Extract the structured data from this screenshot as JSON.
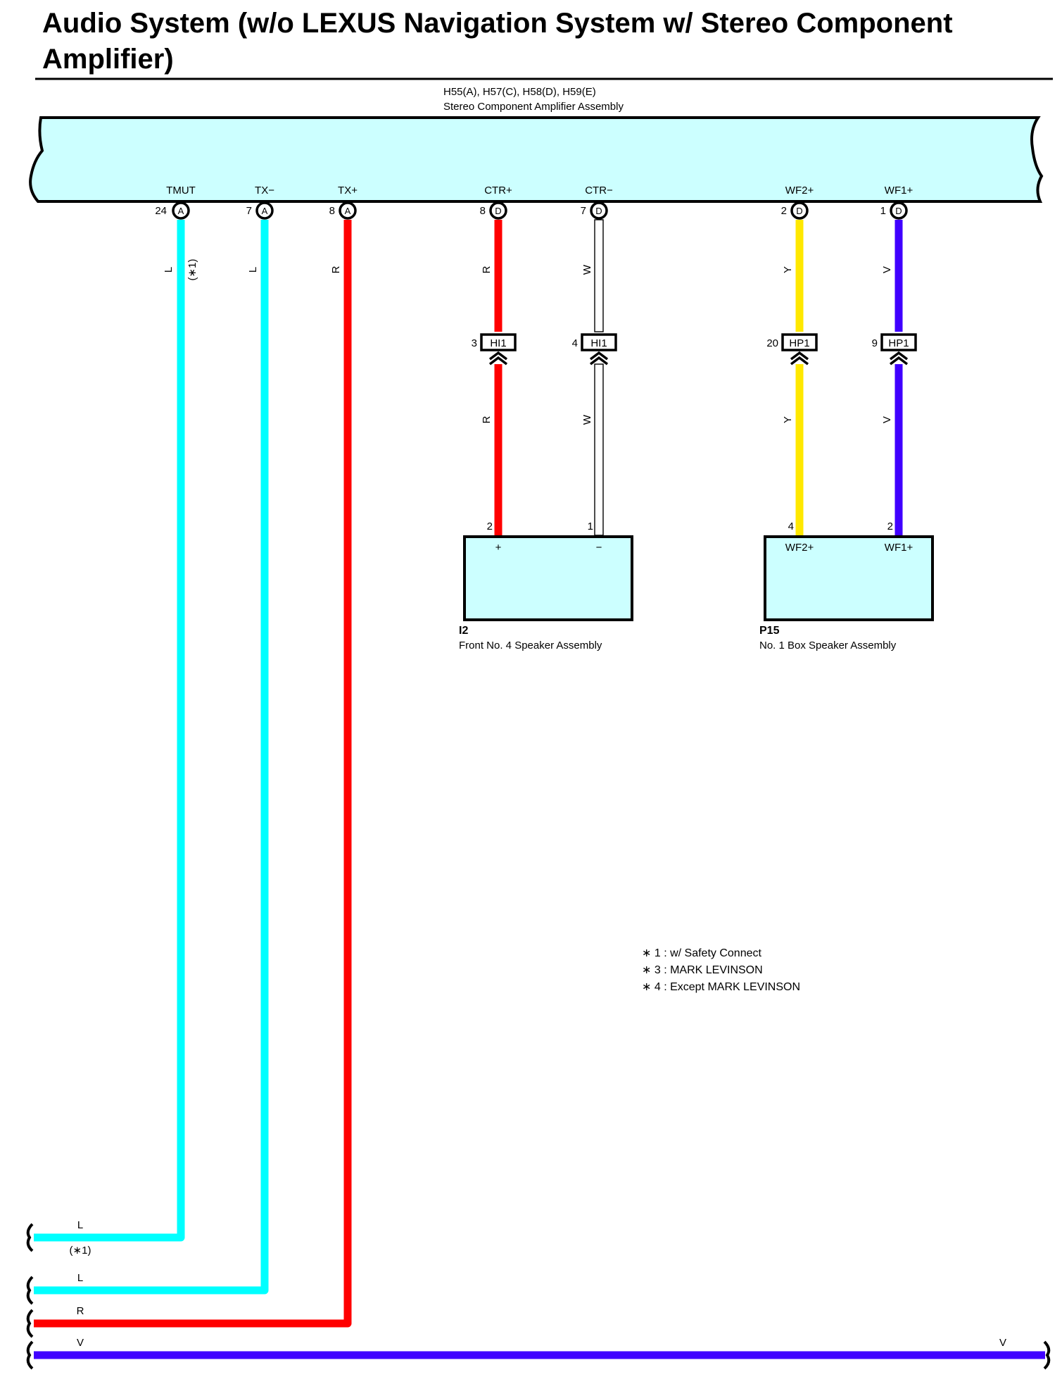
{
  "title": "Audio System (w/o LEXUS Navigation System w/ Stereo Component Amplifier)",
  "colors": {
    "light_blue": "#00ffff",
    "red": "#ff0000",
    "white": "#ffffff",
    "yellow": "#ffe800",
    "violet": "#4000ff",
    "component_fill": "#ccffff"
  },
  "amplifier": {
    "connectors": "H55(A), H57(C), H58(D), H59(E)",
    "name": "Stereo Component Amplifier Assembly",
    "pins": [
      {
        "label": "TMUT",
        "number": "24",
        "letter": "A"
      },
      {
        "label": "TX−",
        "number": "7",
        "letter": "A"
      },
      {
        "label": "TX+",
        "number": "8",
        "letter": "A"
      },
      {
        "label": "CTR+",
        "number": "8",
        "letter": "D"
      },
      {
        "label": "CTR−",
        "number": "7",
        "letter": "D"
      },
      {
        "label": "WF2+",
        "number": "2",
        "letter": "D"
      },
      {
        "label": "WF1+",
        "number": "1",
        "letter": "D"
      }
    ]
  },
  "wires": {
    "tmut": {
      "color_code": "L",
      "note": "(∗1)"
    },
    "tx_minus": {
      "color_code": "L"
    },
    "tx_plus": {
      "color_code": "R"
    },
    "ctr_plus": {
      "color_code": "R"
    },
    "ctr_minus": {
      "color_code": "W"
    },
    "wf2_plus": {
      "color_code": "Y"
    },
    "wf1_plus": {
      "color_code": "V"
    }
  },
  "junctions": [
    {
      "pin": "3",
      "name": "HI1"
    },
    {
      "pin": "4",
      "name": "HI1"
    },
    {
      "pin": "20",
      "name": "HP1"
    },
    {
      "pin": "9",
      "name": "HP1"
    }
  ],
  "front_speaker": {
    "code": "I2",
    "name": "Front No. 4 Speaker Assembly",
    "pin_plus_number": "2",
    "pin_minus_number": "1",
    "pin_plus_label": "+",
    "pin_minus_label": "−"
  },
  "box_speaker": {
    "code": "P15",
    "name": "No. 1 Box Speaker Assembly",
    "pin_wf2_number": "4",
    "pin_wf1_number": "2",
    "pin_wf2_label": "WF2+",
    "pin_wf1_label": "WF1+"
  },
  "notes": [
    "∗ 1 : w/ Safety Connect",
    "∗ 3 : MARK LEVINSON",
    "∗ 4 : Except MARK LEVINSON"
  ],
  "continuations": {
    "tmut": {
      "code": "L",
      "note": "(∗1)"
    },
    "tx_minus": {
      "code": "L"
    },
    "tx_plus": {
      "code": "R"
    },
    "violet_left": {
      "code": "V"
    },
    "violet_right": {
      "code": "V"
    }
  }
}
